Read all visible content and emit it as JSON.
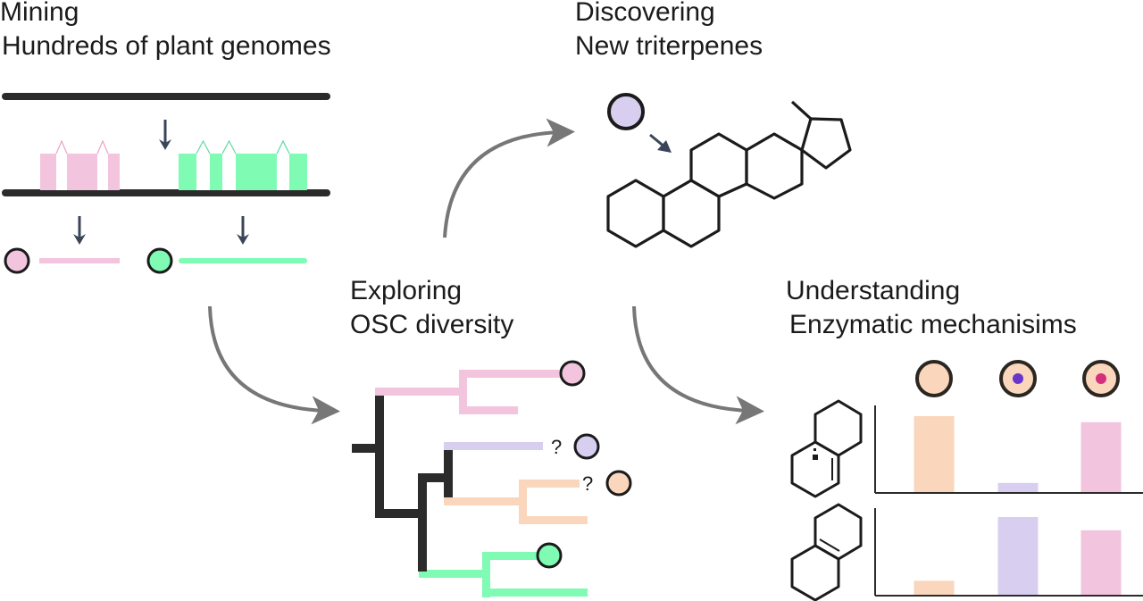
{
  "sections": {
    "mining": {
      "title": "Mining",
      "subtitle": "Hundreds of plant genomes"
    },
    "discovering": {
      "title": "Discovering",
      "subtitle": "New triterpenes"
    },
    "exploring": {
      "title": "Exploring",
      "subtitle": "OSC diversity"
    },
    "understanding": {
      "title": "Understanding",
      "subtitle": "Enzymatic mechanisims"
    }
  },
  "tree": {
    "unknown_marks": [
      "?",
      "?"
    ]
  },
  "colors": {
    "pink": "#f2c4de",
    "green": "#7ffbb4",
    "lavender": "#d8cef0",
    "peach": "#f9d6bc",
    "dark": "#2b2b2b",
    "arrow_gray": "#777777",
    "arrow_navy": "#3a4658",
    "purple_dot": "#6a35c9",
    "magenta_dot": "#d42f7c"
  },
  "chart_data": [
    {
      "type": "bar",
      "title": "Product profile (upper structure)",
      "categories": [
        "wild-type (peach)",
        "variant (purple center)",
        "variant (magenta center)"
      ],
      "values": [
        1.0,
        0.12,
        0.92
      ],
      "ylim": [
        0,
        1.0
      ],
      "xlabel": "",
      "ylabel": "",
      "grid": false
    },
    {
      "type": "bar",
      "title": "Product profile (lower structure)",
      "categories": [
        "wild-type (peach)",
        "variant (purple center)",
        "variant (magenta center)"
      ],
      "values": [
        0.18,
        1.0,
        0.83
      ],
      "ylim": [
        0,
        1.0
      ],
      "xlabel": "",
      "ylabel": "",
      "grid": false
    }
  ]
}
